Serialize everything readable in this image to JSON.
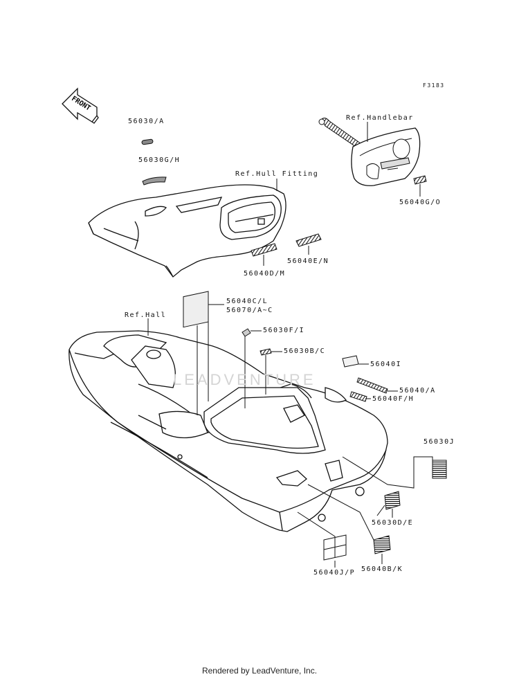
{
  "figure_code": "F3183",
  "front_label": "FRONT",
  "watermark": "LEADVENTURE",
  "footer": "Rendered by LeadVenture, Inc.",
  "labels": {
    "p56030_a": "56030/A",
    "p56030gh": "56030G/H",
    "ref_hull_fitting": "Ref.Hull Fitting",
    "ref_handlebar": "Ref.Handlebar",
    "p56040go": "56040G/O",
    "p56040en": "56040E/N",
    "p56040dm": "56040D/M",
    "p56040cl": "56040C/L",
    "p56070ac": "56070/A~C",
    "ref_hall": "Ref.Hall",
    "p56030fi": "56030F/I",
    "p56030bc": "56030B/C",
    "p56040i": "56040I",
    "p56040a": "56040/A",
    "p56040fh": "56040F/H",
    "p56030j": "56030J",
    "p56030de": "56030D/E",
    "p56040jp": "56040J/P",
    "p56040bk": "56040B/K"
  }
}
